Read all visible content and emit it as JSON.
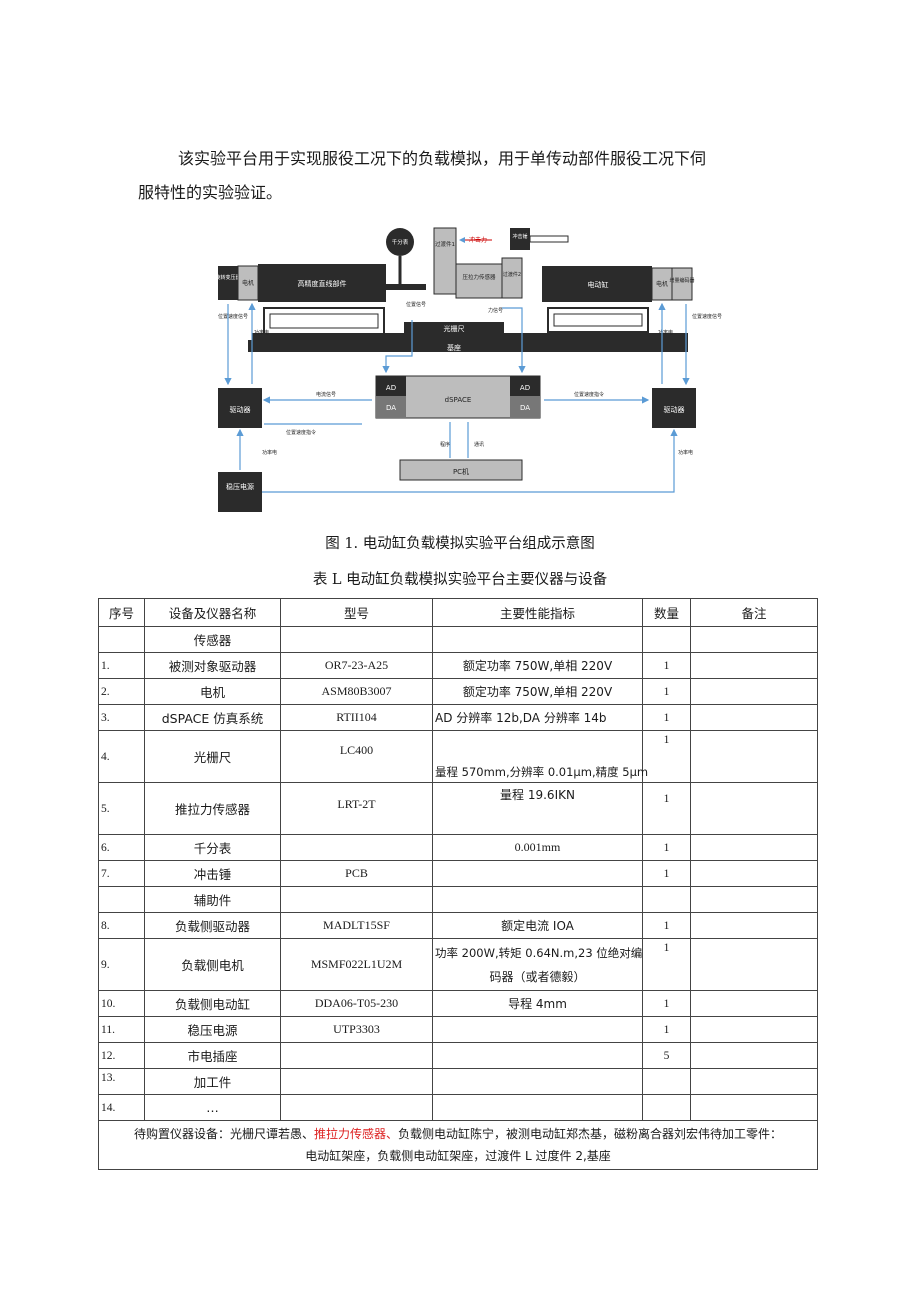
{
  "paragraph": {
    "line1": "该实验平台用于实现服役工况下的负载模拟，用于单传动部件服役工况下伺",
    "line2": "服特性的实验验证。"
  },
  "diagram": {
    "labels": {
      "qianfenbiao": "千分表",
      "chongjili": "冲击力",
      "chongjichui": "冲击锤",
      "guodujian1": "过渡件1",
      "guodujian2": "过渡件2",
      "xuanzhuan_bianmaqi": "旋转变压器",
      "dianji_left": "电机",
      "gaojingdu": "高精度直线部件",
      "weizhi_xinhao": "位置信号",
      "yala_chuanganqi": "压拉力传感器",
      "li_xinhao": "力信号",
      "dianganggang": "电动缸",
      "dianji_right": "电机",
      "zengliang_bianmaqi": "增量编码器",
      "guangshanchi": "光栅尺",
      "jizuo": "基座",
      "weizhi_sudu_xinhao_left": "位置速度信号",
      "gonglvdian_left": "功率电",
      "gonglvdian_right": "功率电",
      "weizhi_sudu_xinhao_right": "位置速度信号",
      "qudongqi_left": "驱动器",
      "qudongqi_right": "驱动器",
      "dianliu_xinhao": "电流信号",
      "weizhi_sudu_zhiling_right": "位置速度指令",
      "weizhi_sudu_zhiling_left": "位置速度指令",
      "ad_left": "AD",
      "da_left": "DA",
      "dspace": "dSPACE",
      "ad_right": "AD",
      "da_right": "DA",
      "chengxu": "程序",
      "tongxun": "通讯",
      "pc": "PC机",
      "gonglvdian_low_left": "功率电",
      "gonglvdian_low_right": "功率电",
      "wenya_dianyuan": "稳压电源"
    }
  },
  "figure_caption": "图 1. 电动缸负载模拟实验平台组成示意图",
  "table_caption": "表 L 电动缸负载模拟实验平台主要仪器与设备",
  "table": {
    "headers": [
      "序号",
      "设备及仪器名称",
      "型号",
      "主要性能指标",
      "数量",
      "备注"
    ],
    "rows": [
      {
        "seq": "",
        "name": "传感器",
        "model": "",
        "spec": "",
        "qty": "",
        "note": ""
      },
      {
        "seq": "1.",
        "name": "被测对象驱动器",
        "model": "OR7-23-A25",
        "spec": "额定功率 750W,单相 220V",
        "qty": "1",
        "note": ""
      },
      {
        "seq": "2.",
        "name": "电机",
        "model": "ASM80B3007",
        "spec": "额定功率 750W,单相 220V",
        "qty": "1",
        "note": ""
      },
      {
        "seq": "3.",
        "name": "dSPACE 仿真系统",
        "model": "RTII104",
        "spec": "AD 分辨率 12b,DA 分辨率 14b",
        "qty": "1",
        "note": ""
      },
      {
        "seq": "4.",
        "name": "光栅尺",
        "model": "LC400",
        "spec": "量程 570mm,分辨率 0.01μm,精度 5μm",
        "qty": "1",
        "note": ""
      },
      {
        "seq": "5.",
        "name": "推拉力传感器",
        "model": "LRT-2T",
        "spec": "量程 19.6IKN",
        "qty": "1",
        "note": ""
      },
      {
        "seq": "6.",
        "name": "千分表",
        "model": "",
        "spec": "0.001mm",
        "qty": "1",
        "note": ""
      },
      {
        "seq": "7.",
        "name": "冲击锤",
        "model": "PCB",
        "spec": "",
        "qty": "1",
        "note": ""
      },
      {
        "seq": "",
        "name": "辅助件",
        "model": "",
        "spec": "",
        "qty": "",
        "note": ""
      },
      {
        "seq": "8.",
        "name": "负载侧驱动器",
        "model": "MADLT15SF",
        "spec": "额定电流 IOA",
        "qty": "1",
        "note": ""
      },
      {
        "seq": "9.",
        "name": "负载侧电机",
        "model": "MSMF022L1U2M",
        "spec": "功率 200W,转矩 0.64N.m,23 位绝对编",
        "spec2": "码器（或者德毅）",
        "qty": "1",
        "note": ""
      },
      {
        "seq": "10.",
        "name": "负载侧电动缸",
        "model": "DDA06-T05-230",
        "spec": "导程 4mm",
        "qty": "1",
        "note": ""
      },
      {
        "seq": "11.",
        "name": "稳压电源",
        "model": "UTP3303",
        "spec": "",
        "qty": "1",
        "note": ""
      },
      {
        "seq": "12.",
        "name": "市电插座",
        "model": "",
        "spec": "",
        "qty": "5",
        "note": ""
      },
      {
        "seq": "13.",
        "name": "加工件",
        "model": "",
        "spec": "",
        "qty": "",
        "note": ""
      },
      {
        "seq": "14.",
        "name": "…",
        "model": "",
        "spec": "",
        "qty": "",
        "note": ""
      }
    ],
    "footer": {
      "part1": "待购置仪器设备：光栅尺谭若愚、",
      "part_red": "推拉力传感器、",
      "part2": "负载侧电动缸陈宁，被测电动缸郑杰基，磁粉离合器刘宏伟待加工零件：",
      "line2": "电动缸架座，负载侧电动缸架座，过渡件 L 过度件 2,基座"
    }
  },
  "colors": {
    "diagram_dark": "#2b2b2b",
    "diagram_gray": "#bdbdbd",
    "arrow_blue": "#5b9bd5",
    "footer_red": "#dd2222"
  }
}
